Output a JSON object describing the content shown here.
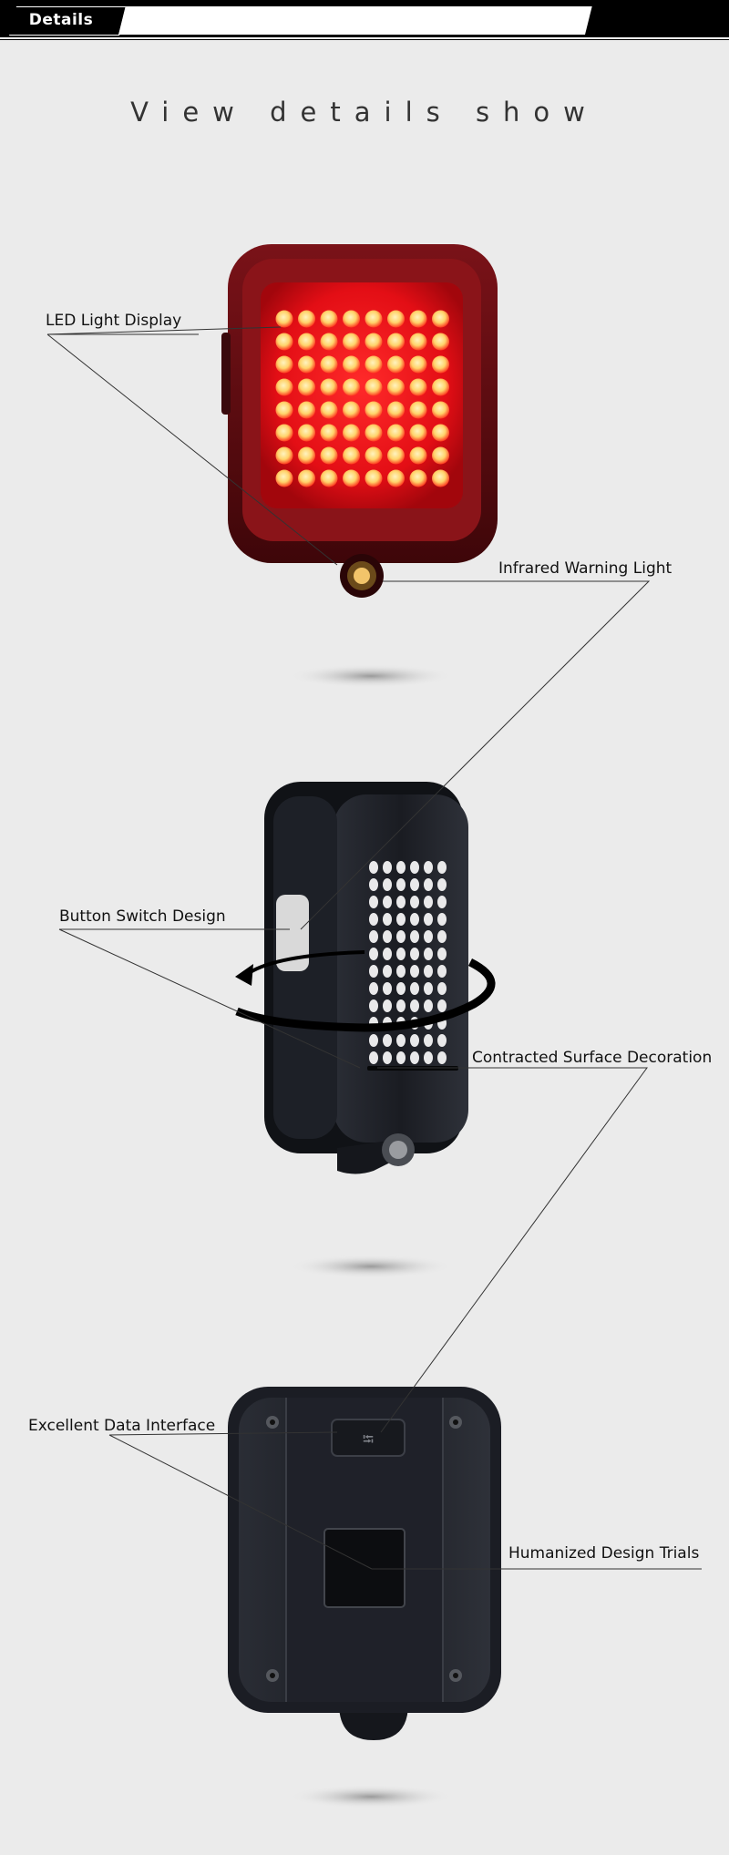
{
  "header": {
    "tab_label": "Details"
  },
  "section_title": "View details show",
  "callouts": {
    "led_light_display": "LED Light Display",
    "infrared_warning_light": "Infrared Warning Light",
    "button_switch_design": "Button Switch Design",
    "contracted_surface_decoration": "Contracted Surface Decoration",
    "excellent_data_interface": "Excellent Data Interface",
    "humanized_design_trials": "Humanized Design Trials"
  },
  "colors": {
    "background": "#ebebeb",
    "led_red": "#ff1a1a",
    "housing_dark_red": "#5a0c10",
    "housing_black": "#1c1f26"
  },
  "led_grid": {
    "columns": 8,
    "rows": 8
  }
}
